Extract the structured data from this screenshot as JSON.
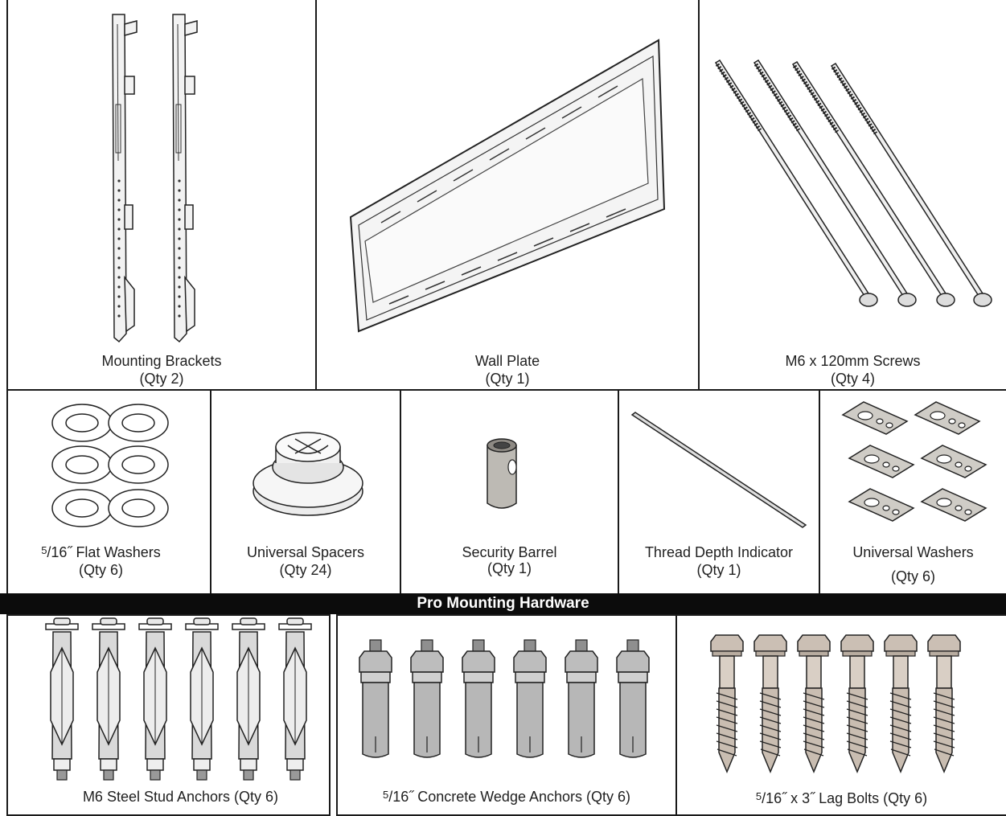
{
  "top_row": [
    {
      "name": "Mounting Brackets",
      "qty": "(Qty 2)"
    },
    {
      "name": "Wall Plate",
      "qty": "(Qty 1)"
    },
    {
      "name": "M6 x 120mm Screws",
      "qty": "(Qty 4)"
    }
  ],
  "middle_row": [
    {
      "frac": "5",
      "name": "/16˝ Flat Washers",
      "qty": "(Qty 6)"
    },
    {
      "name": "Universal Spacers",
      "qty": "(Qty 24)"
    },
    {
      "name": "Security Barrel",
      "qty": "(Qty 1)"
    },
    {
      "name": "Thread Depth Indicator",
      "qty": "(Qty 1)"
    },
    {
      "name": "Universal Washers",
      "qty": "(Qty 6)"
    }
  ],
  "banner": "Pro Mounting Hardware",
  "bottom_row": [
    {
      "name": "M6 Steel Stud Anchors (Qty 6)"
    },
    {
      "frac": "5",
      "name": "/16˝ Concrete Wedge Anchors (Qty 6)"
    },
    {
      "frac": "5",
      "name": "/16˝ x 3˝ Lag Bolts (Qty 6)"
    }
  ]
}
